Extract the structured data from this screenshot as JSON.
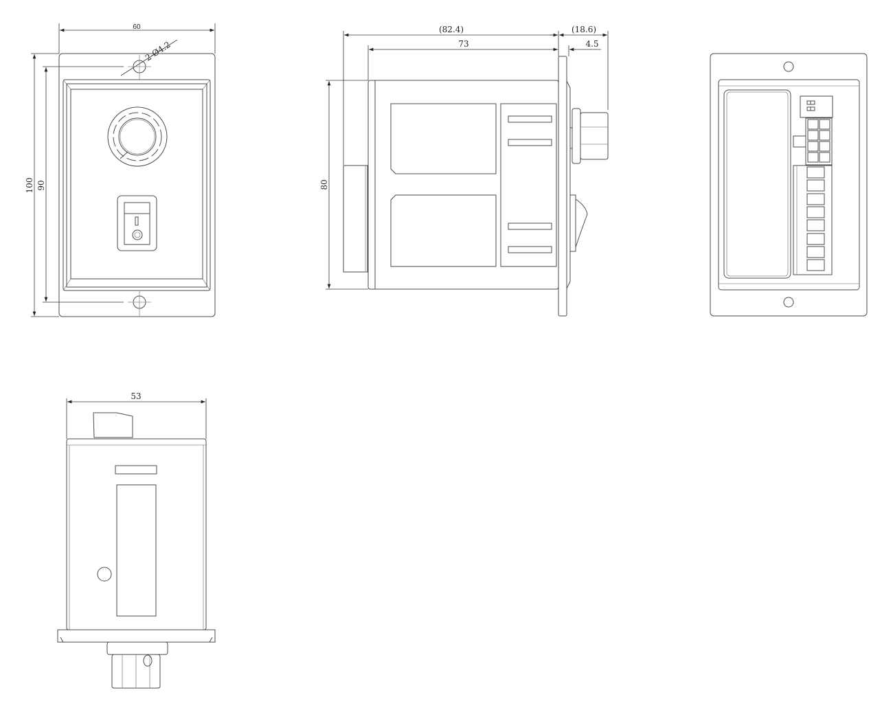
{
  "drawing": {
    "front_view": {
      "width_dim": "60",
      "hole_dim": "2-Ø4.2",
      "height_dim": "100",
      "hole_spacing_dim": "90"
    },
    "side_view": {
      "overall_depth_dim": "(82.4)",
      "body_depth_dim": "73",
      "knob_protrusion_dim": "(18.6)",
      "panel_thickness_dim": "4.5",
      "body_height_dim": "80"
    },
    "rear_view": {},
    "bottom_view": {
      "body_width_dim": "53"
    },
    "colors": {
      "line": "#4a4a4a",
      "background": "#ffffff"
    }
  }
}
